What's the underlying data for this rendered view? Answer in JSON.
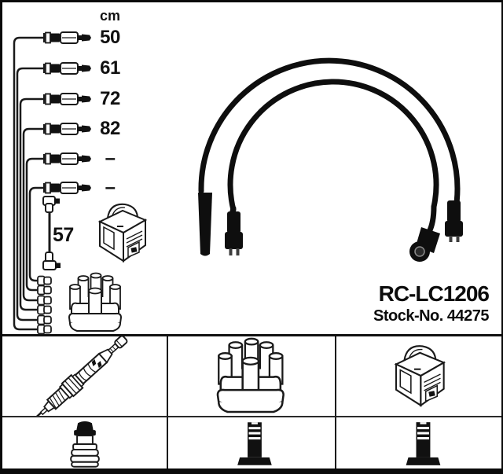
{
  "product": {
    "code": "RC-LC1206",
    "stock_label": "Stock-No. 44275"
  },
  "cable_table": {
    "unit_header": "cm",
    "lengths": [
      "50",
      "61",
      "72",
      "82",
      "–",
      "–"
    ],
    "coil_cable_length": "57"
  },
  "diagram_parts": {
    "left_diagram": [
      "spark-plug-lead-connectors",
      "coil-lead",
      "ignition-coil",
      "distributor-cap",
      "distributor-side-connectors"
    ],
    "photo": "two-black-ignition-cables-arched"
  },
  "compatibility": {
    "row1_items": [
      "spark-plug",
      "distributor-cap",
      "ignition-coil"
    ],
    "row2_items": [
      "plug-terminal-nut",
      "din-terminal-stud",
      "din-terminal-stud"
    ]
  },
  "colors": {
    "ink": "#1a1a1a",
    "background": "#ffffff",
    "cable_black": "#0e0e0e"
  }
}
